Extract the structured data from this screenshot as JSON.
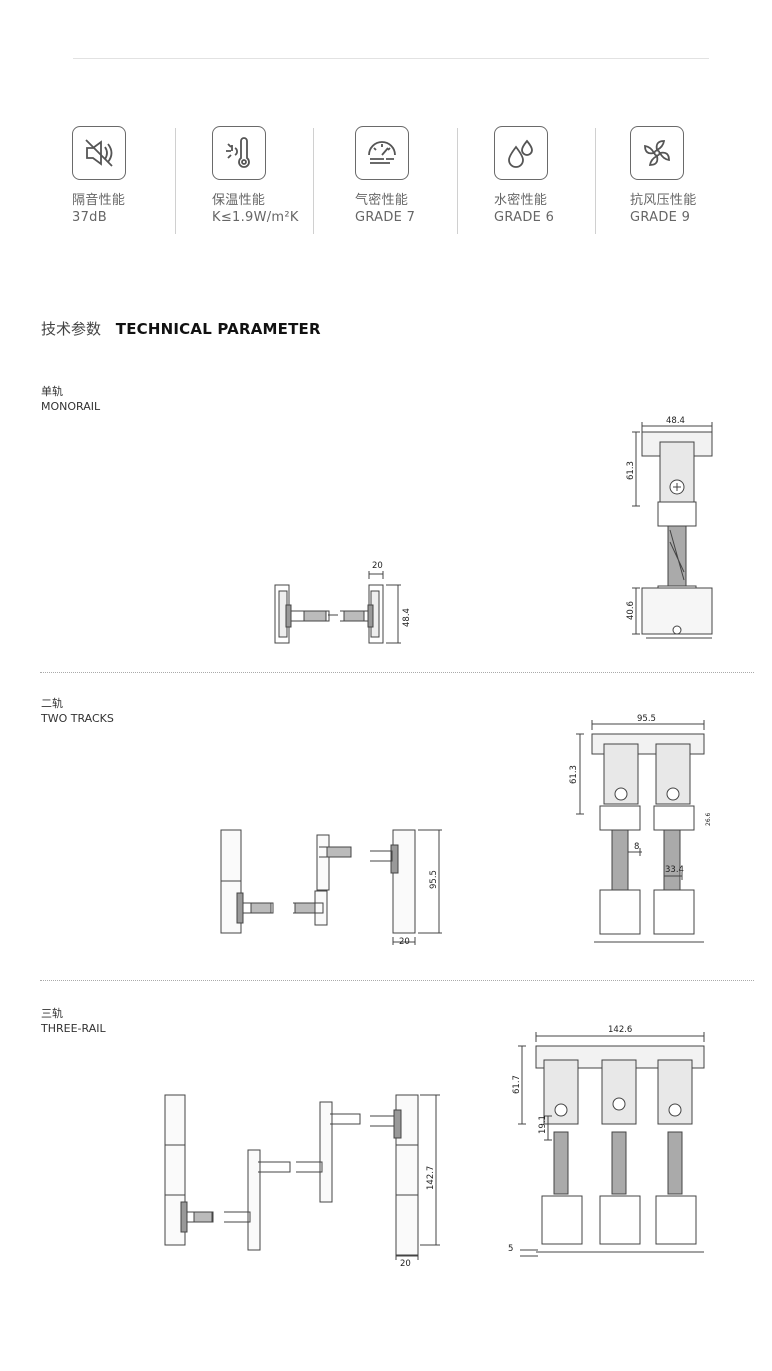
{
  "features": [
    {
      "icon": "soundproof-icon",
      "label": "隔音性能",
      "value": "37dB"
    },
    {
      "icon": "thermometer-icon",
      "label": "保温性能",
      "value": "K≤1.9W/m²K"
    },
    {
      "icon": "gauge-icon",
      "label": "气密性能",
      "value": "GRADE 7"
    },
    {
      "icon": "water-drops-icon",
      "label": "水密性能",
      "value": "GRADE 6"
    },
    {
      "icon": "wind-fan-icon",
      "label": "抗风压性能",
      "value": "GRADE 9"
    }
  ],
  "section": {
    "title_cn": "技术参数",
    "title_en": "TECHNICAL PARAMETER"
  },
  "monorail": {
    "label_cn": "单轨",
    "label_en": "MONORAIL",
    "dims": {
      "plan_width": "20",
      "plan_height": "48.4",
      "width": "48.4",
      "top": "61.3",
      "bottom": "40.6"
    }
  },
  "two_tracks": {
    "label_cn": "二轨",
    "label_en": "TWO TRACKS",
    "dims": {
      "plan_width": "20",
      "plan_height": "95.5",
      "width": "95.5",
      "top": "61.3",
      "gap": "8",
      "inner": "33.4",
      "side": "26.6"
    }
  },
  "three_rail": {
    "label_cn": "三轨",
    "label_en": "THREE-RAIL",
    "dims": {
      "plan_width": "20",
      "plan_height": "142.7",
      "width": "142.6",
      "top": "61.7",
      "mid": "19.1",
      "bottom": "5"
    }
  }
}
